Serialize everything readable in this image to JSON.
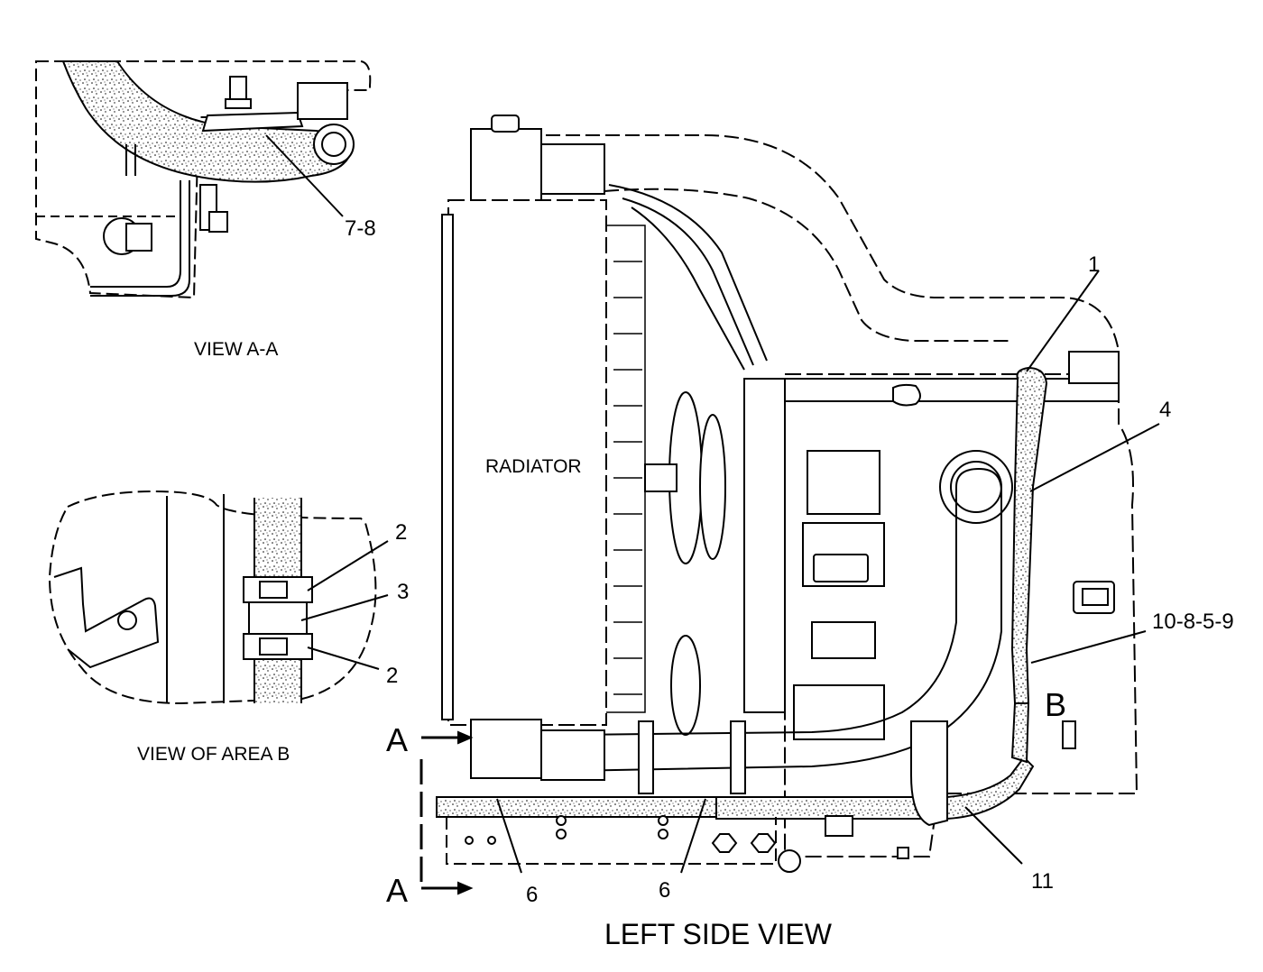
{
  "views": {
    "view_a_a": "VIEW A-A",
    "view_area_b": "VIEW OF AREA B",
    "main": "LEFT SIDE VIEW"
  },
  "components": {
    "radiator": "RADIATOR"
  },
  "section_marks": {
    "top": "A",
    "bottom": "A",
    "area": "B"
  },
  "callouts": {
    "c_7_8": "7-8",
    "c_1": "1",
    "c_4": "4",
    "c_2_upper": "2",
    "c_3": "3",
    "c_2_lower": "2",
    "c_10_8_5_9": "10-8-5-9",
    "c_6_left": "6",
    "c_6_right": "6",
    "c_11": "11"
  }
}
